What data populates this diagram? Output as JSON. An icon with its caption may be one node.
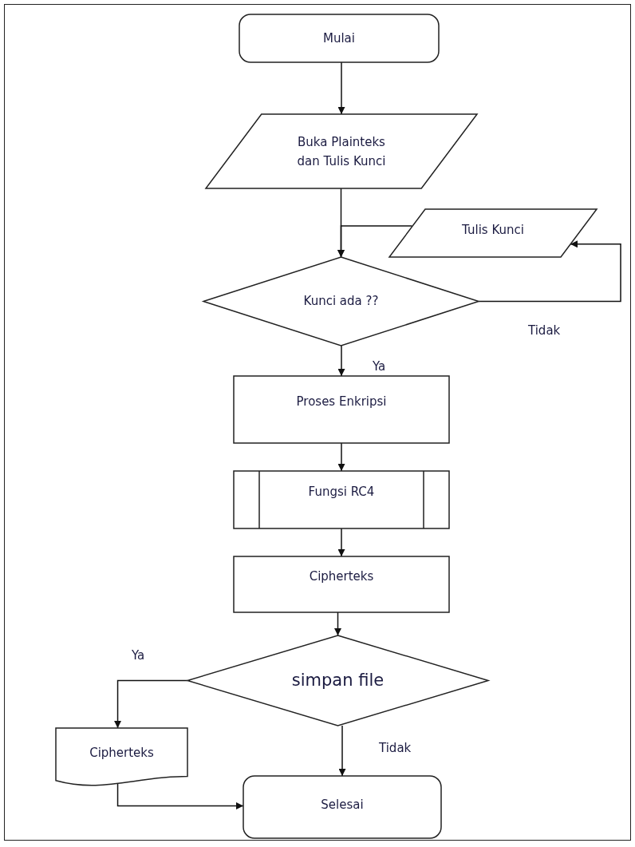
{
  "diagram": {
    "nodes": [
      {
        "text": [
          "Mulai"
        ]
      },
      {
        "text": [
          "Buka Plainteks dan Tulis Kunci"
        ]
      },
      {
        "text": [
          "Tulis Kunci"
        ]
      },
      {
        "text": [
          "Kunci ada ??"
        ]
      },
      {
        "text": [
          "Proses Enkripsi"
        ]
      },
      {
        "text": [
          "Fungsi RC4"
        ]
      },
      {
        "text": [
          "Cipherteks"
        ]
      },
      {
        "text": [
          "simpan file"
        ]
      },
      {
        "text": [
          "Cipherteks"
        ]
      },
      {
        "text": [
          "Selesai"
        ]
      }
    ],
    "edges": [
      {
        "from": 0,
        "to": 1,
        "arrow": "to"
      },
      {
        "from": 1,
        "to": 3,
        "arrow": "to"
      },
      {
        "from": 2,
        "to": 3,
        "arrow": "to"
      },
      {
        "from": 3,
        "to": 2,
        "arrow": "to",
        "label": "Tidak"
      },
      {
        "from": 3,
        "to": 4,
        "arrow": "to",
        "label": "Ya"
      },
      {
        "from": 4,
        "to": 5,
        "arrow": "to"
      },
      {
        "from": 5,
        "to": 6,
        "arrow": "to"
      },
      {
        "from": 6,
        "to": 7,
        "arrow": "to"
      },
      {
        "from": 7,
        "to": 8,
        "arrow": "to",
        "label": "Ya"
      },
      {
        "from": 7,
        "to": 9,
        "arrow": "to",
        "label": "Tidak"
      },
      {
        "from": 8,
        "to": 9,
        "arrow": "to"
      }
    ]
  }
}
